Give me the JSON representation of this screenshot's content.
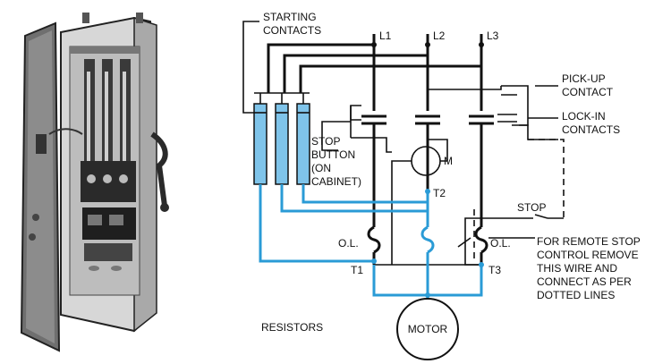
{
  "diagram": {
    "labels": {
      "starting_contacts": [
        "STARTING",
        "CONTACTS"
      ],
      "line_l1": "L1",
      "line_l2": "L2",
      "line_l3": "L3",
      "pickup_contact": [
        "PICK-UP",
        "CONTACT"
      ],
      "lockin_contacts": [
        "LOCK-IN",
        "CONTACTS"
      ],
      "stop_button": [
        "STOP",
        "BUTTON",
        "(ON",
        "CABINET)"
      ],
      "m": "M",
      "t2": "T2",
      "stop": "STOP",
      "ol_left": "O.L.",
      "ol_right": "O.L.",
      "remote_note": [
        "FOR REMOTE STOP",
        "CONTROL REMOVE",
        "THIS WIRE AND",
        "CONNECT AS PER",
        "DOTTED LINES"
      ],
      "t1": "T1",
      "t3": "T3",
      "resistors": "RESISTORS",
      "motor": "MOTOR"
    },
    "colors": {
      "wire_black": "#111111",
      "wire_blue": "#2a9bd6",
      "resistor_fill": "#7fc4ea",
      "cabinet_gray": "#8a8a8a"
    }
  }
}
